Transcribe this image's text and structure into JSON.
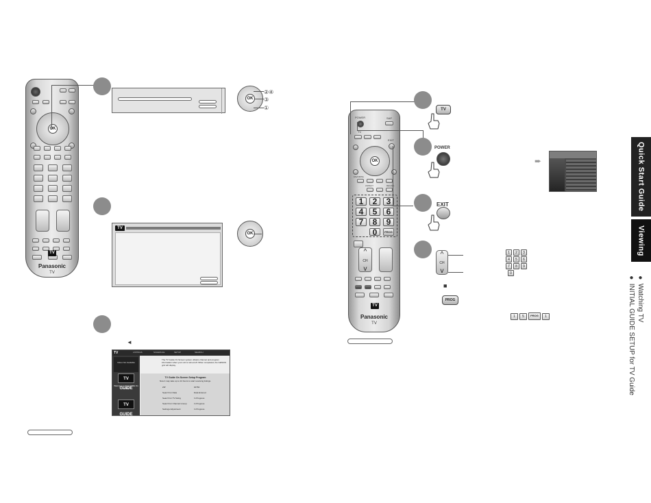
{
  "remote": {
    "brand": "Panasonic",
    "model_label": "TV",
    "tv_logo": "TV",
    "ok_label": "OK",
    "power_label": "POWER",
    "sap_label": "SAP",
    "exit_label": "EXIT",
    "prog_label": "PROG",
    "favorite_label": "FAVORITE",
    "aspect_label": "ASPECT",
    "recall_label": "RECALL",
    "guide_label": "GUIDE",
    "tv_label": "TV",
    "numbers": [
      "1",
      "2",
      "3",
      "4",
      "5",
      "6",
      "7",
      "8",
      "9",
      "0"
    ]
  },
  "left": {
    "dpad_marks": [
      "②④",
      "③",
      "①"
    ]
  },
  "right": {
    "buttons": {
      "tv": "TV",
      "power": "POWER",
      "exit": "EXIT",
      "ok": "OK",
      "prog": "PROG"
    },
    "keypad": [
      "1",
      "2",
      "3",
      "4",
      "5",
      "6",
      "7",
      "8",
      "9",
      "0"
    ],
    "example_keys": [
      "1",
      "5",
      "PROG",
      "1"
    ],
    "stop_symbol": "■"
  },
  "guide_screen": {
    "header_tabs": [
      "TV",
      "LISTINGS",
      "SCHEDULE",
      "SETUP",
      "SEARCH"
    ],
    "left_panels": [
      "Video Not Available",
      "TV GUIDE",
      "Welcome to TV GUIDE On Screen",
      "TV GUIDE"
    ],
    "welcome_text": "The TV Guide On Screen system obtains channel and program information when your unit is turned off. When completed, the GENIUS grid will display.",
    "setup_title": "TV Guide On Screen Setup Program",
    "setup_subtitle": "Now it may take up to 24 hours to start receiving listings.",
    "setup_rows": [
      [
        "ZIP",
        "00750"
      ],
      [
        "Search for Data",
        "Data Entered"
      ],
      [
        "Search for TV listing",
        "In Progress"
      ],
      [
        "Search for Channel Lineup",
        "In Progress"
      ],
      [
        "Settings Adjustment",
        "In Progress"
      ]
    ]
  },
  "sidebar": {
    "tab1": "Quick Start Guide",
    "tab2": "Viewing",
    "bullet1": "● Watching TV",
    "bullet2": "● INITIAL GUIDE SETUP for TV Guide"
  }
}
